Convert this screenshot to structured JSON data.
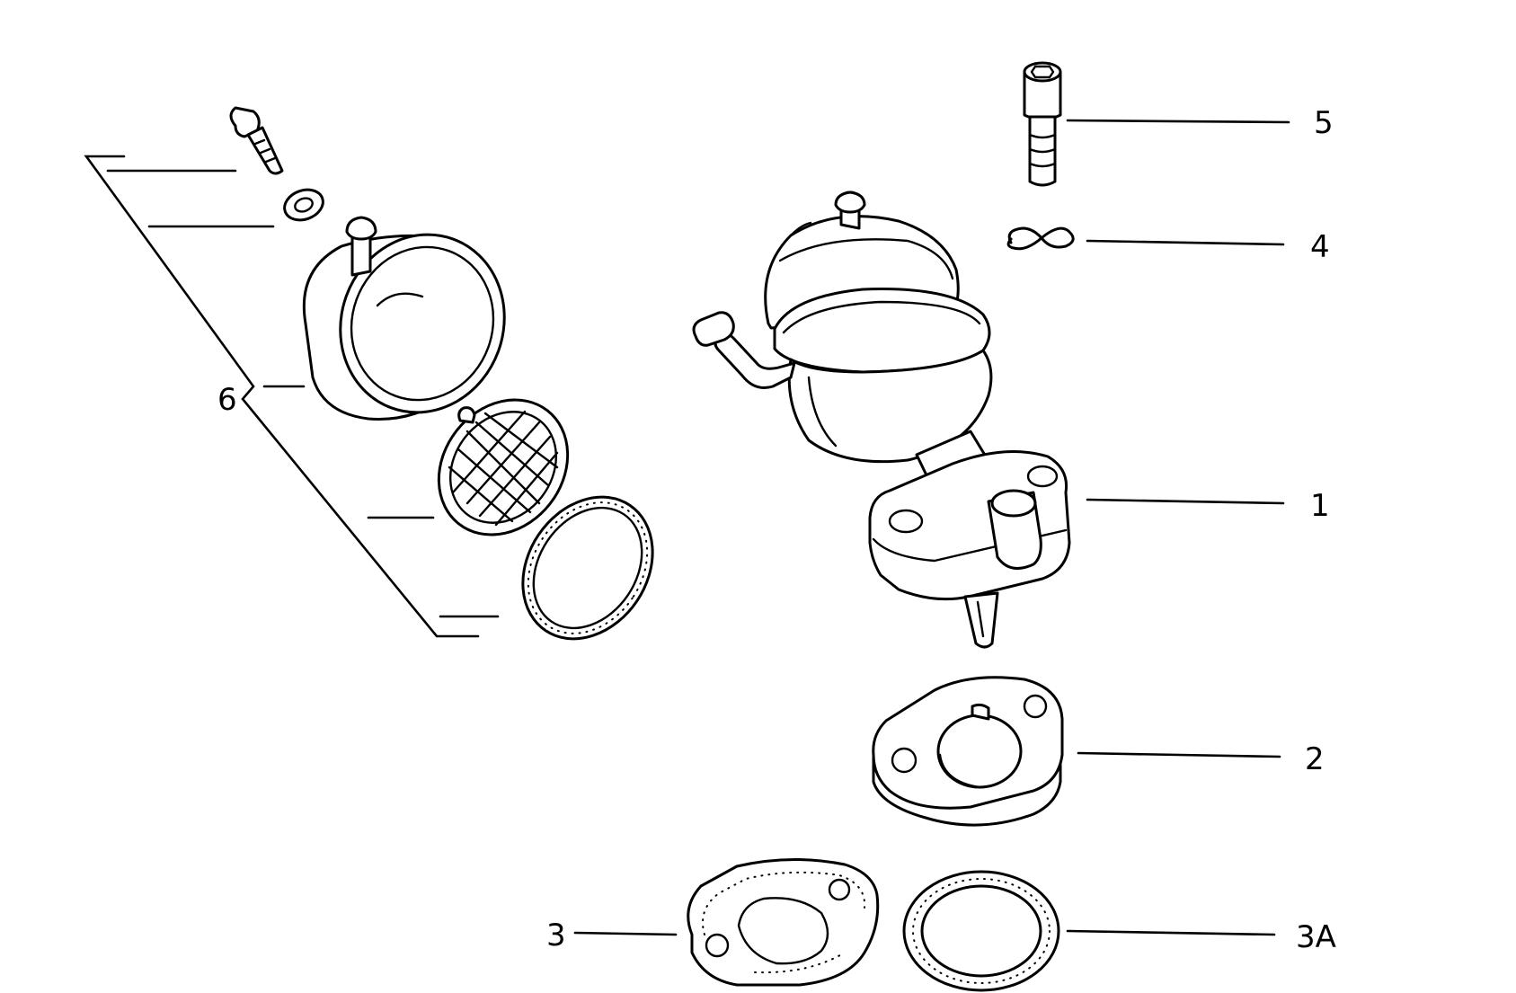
{
  "callouts": {
    "c1": "1",
    "c2": "2",
    "c3": "3",
    "c3a": "3A",
    "c4": "4",
    "c5": "5",
    "c6": "6"
  },
  "parts": [
    {
      "id": "1",
      "depicts": "fuel-pump-assembly"
    },
    {
      "id": "2",
      "depicts": "insulating-flange"
    },
    {
      "id": "3",
      "depicts": "flange-gasket"
    },
    {
      "id": "3A",
      "depicts": "sealing-ring"
    },
    {
      "id": "4",
      "depicts": "spring-washer"
    },
    {
      "id": "5",
      "depicts": "socket-head-bolt"
    },
    {
      "id": "6",
      "depicts": "repair-kit-cover-filter-gasket"
    }
  ],
  "colors": {
    "line": "#000000",
    "background": "#ffffff"
  }
}
